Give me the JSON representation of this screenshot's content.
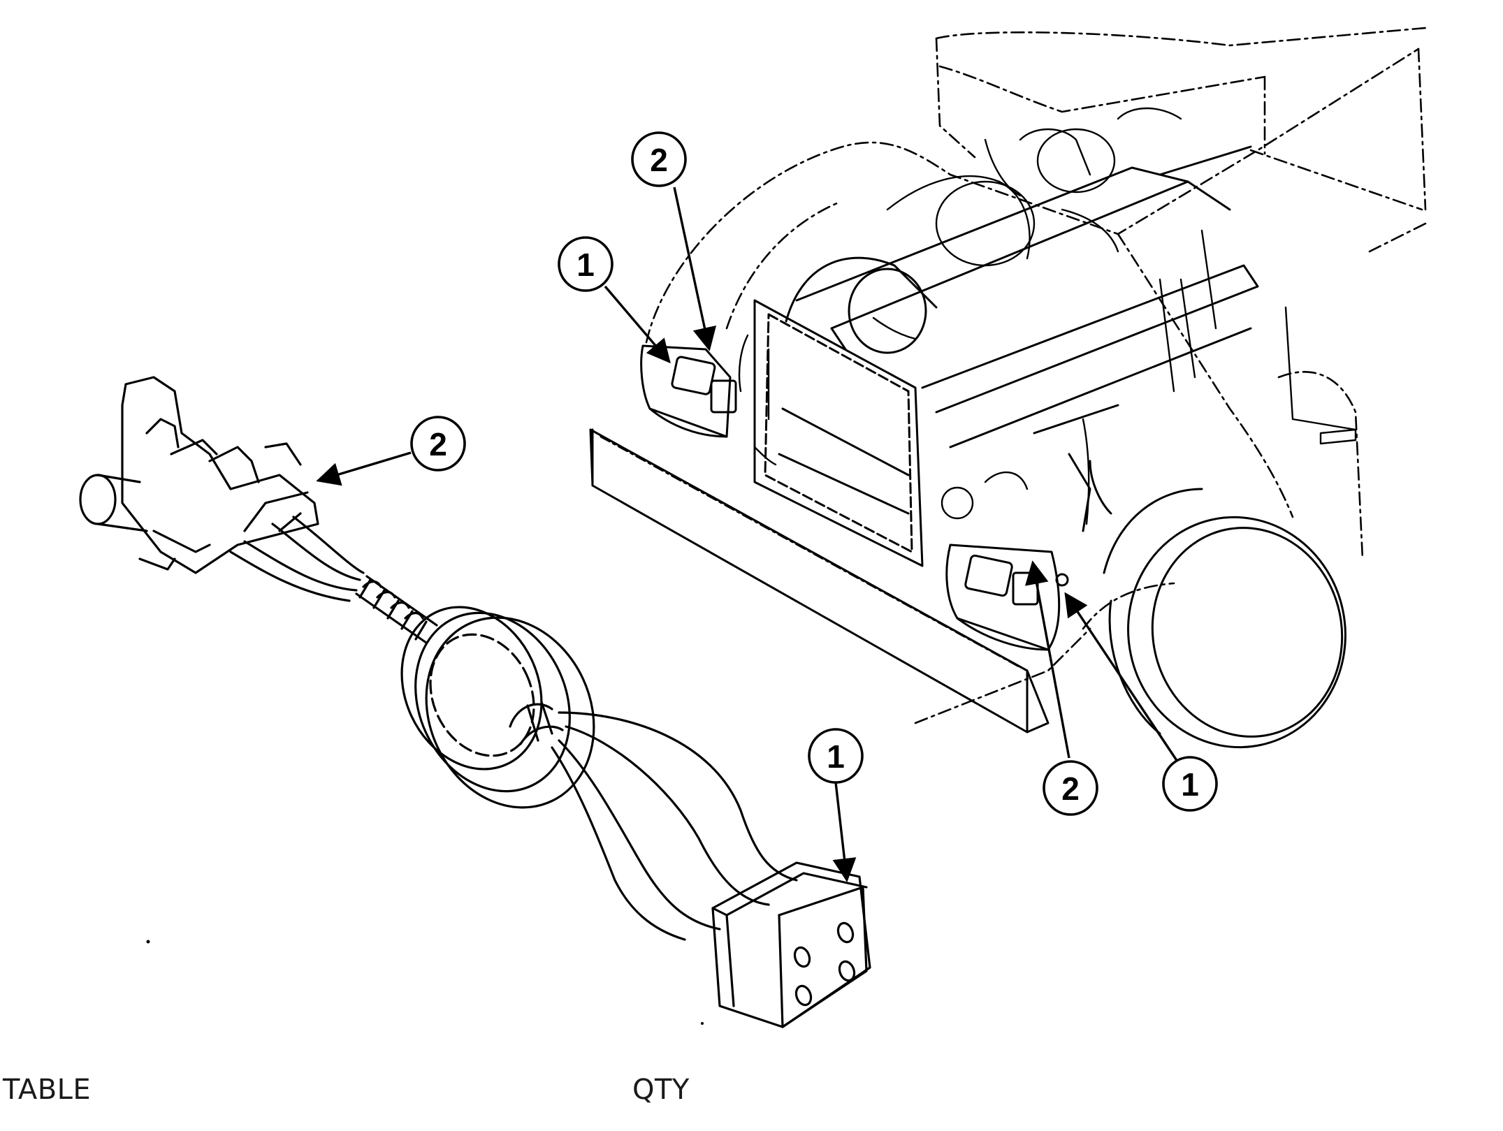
{
  "figure": {
    "callouts": {
      "connector_detail": "2",
      "plug_detail": "1",
      "left_headlight_housing": "1",
      "left_headlight_connector": "2",
      "right_headlight_connector": "2",
      "right_headlight_housing": "1"
    }
  },
  "footer": {
    "table_label": "TABLE",
    "qty_label": "QTY"
  },
  "colors": {
    "ink": "#000000",
    "paper": "#ffffff"
  },
  "icons": {
    "callout_marker": "numbered-circle-icon",
    "leader": "arrow-icon"
  }
}
